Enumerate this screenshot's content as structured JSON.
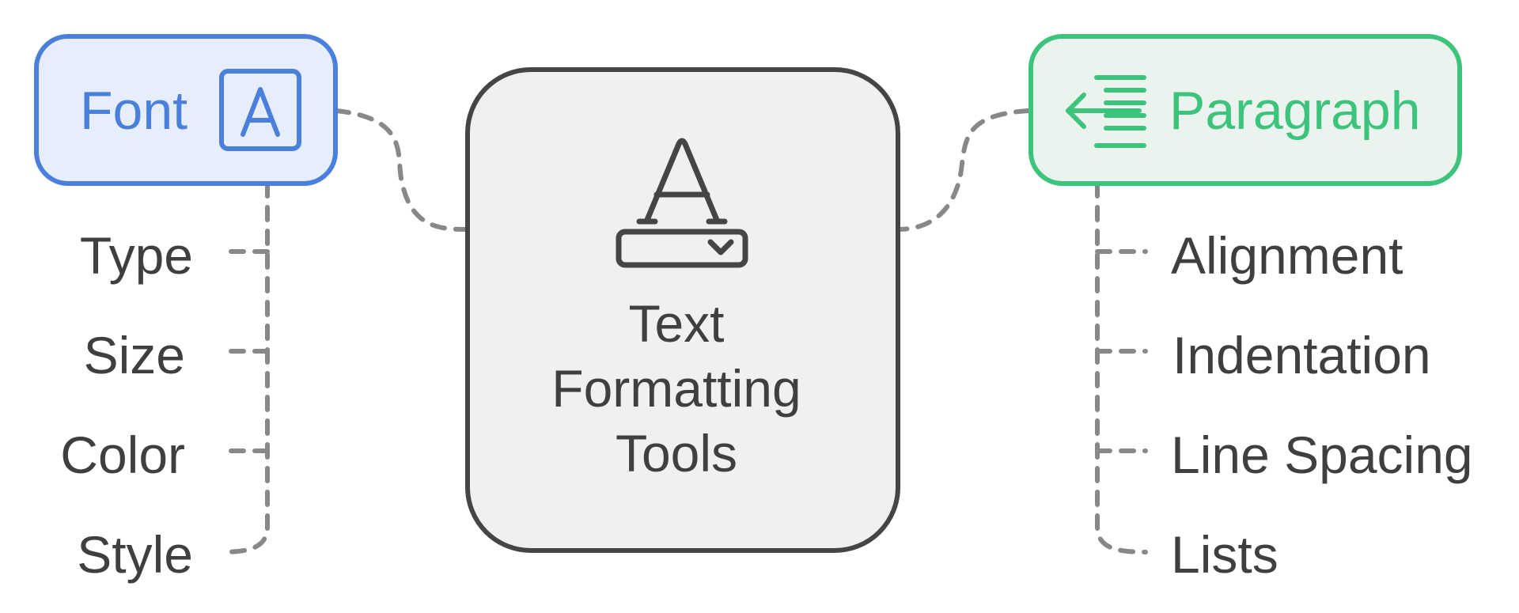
{
  "center": {
    "title_lines": [
      "Text",
      "Formatting",
      "Tools"
    ],
    "icon": "font-dropdown-icon"
  },
  "left_group": {
    "title": "Font",
    "icon": "letter-a-box-icon",
    "items": [
      "Type",
      "Size",
      "Color",
      "Style"
    ]
  },
  "right_group": {
    "title": "Paragraph",
    "icon": "outdent-lines-icon",
    "items": [
      "Alignment",
      "Indentation",
      "Line Spacing",
      "Lists"
    ]
  },
  "colors": {
    "font_accent": "#4a7fdc",
    "font_fill": "#e6eefc",
    "paragraph_accent": "#3cc47c",
    "paragraph_fill": "#ebf3ee",
    "center_stroke": "#454545",
    "center_fill": "#eef1f0",
    "connector": "#888888",
    "text": "#3f3f3f"
  }
}
